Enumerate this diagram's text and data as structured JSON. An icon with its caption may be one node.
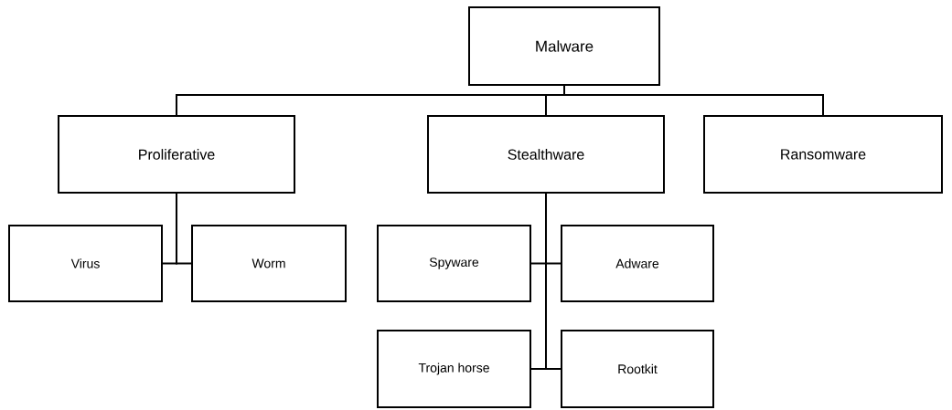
{
  "diagram": {
    "nodes": [
      {
        "text": [
          "Malware"
        ]
      },
      {
        "text": [
          "Proliferative"
        ]
      },
      {
        "text": [
          "Stealthware"
        ]
      },
      {
        "text": [
          "Ransomware"
        ]
      },
      {
        "text": [
          "Virus"
        ]
      },
      {
        "text": [
          "Worm"
        ]
      },
      {
        "text": [
          "Spyware"
        ]
      },
      {
        "text": [
          "Adware"
        ]
      },
      {
        "text": [
          "Trojan horse"
        ]
      },
      {
        "text": [
          "Rootkit"
        ]
      }
    ],
    "edges": [
      {
        "from": 0,
        "to": 1,
        "arrow": "none"
      },
      {
        "from": 0,
        "to": 2,
        "arrow": "none"
      },
      {
        "from": 0,
        "to": 3,
        "arrow": "none"
      },
      {
        "from": 1,
        "to": 4,
        "arrow": "none"
      },
      {
        "from": 1,
        "to": 5,
        "arrow": "none"
      },
      {
        "from": 2,
        "to": 6,
        "arrow": "none"
      },
      {
        "from": 2,
        "to": 7,
        "arrow": "none"
      },
      {
        "from": 2,
        "to": 8,
        "arrow": "none"
      },
      {
        "from": 2,
        "to": 9,
        "arrow": "none"
      }
    ]
  }
}
